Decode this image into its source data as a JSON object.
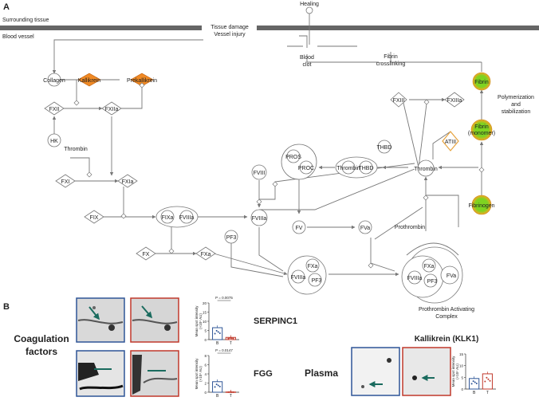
{
  "panel_a": {
    "letter": "A",
    "surrounding_tissue": "Surrounding tissue",
    "blood_vessel": "Blood vessel",
    "damage_line1": "Tissue damage",
    "damage_line2": "Vessel injury",
    "healing": "Healing",
    "blood_clot_line1": "Blood",
    "blood_clot_line2": "clot",
    "fibrin_cross_line1": "Fibrin",
    "fibrin_cross_line2": "crosslinking",
    "polymerization_line1": "Polymerization",
    "polymerization_line2": "and",
    "polymerization_line3": "stabilization",
    "nodes": {
      "collagen": "Collagen",
      "kallikrein": "Kallikrein",
      "prekallikrein": "Prekallikrein",
      "fxii": "FXII",
      "fxiia": "FXIIa",
      "hk": "HK",
      "thrombin_left": "Thrombin",
      "fxi": "FXI",
      "fxia": "FXIa",
      "fix": "FIX",
      "fixa": "FIXa",
      "fviiia_left": "FVIIIa",
      "fviii": "FVIII",
      "fviiia_mid": "FVIIIa",
      "pf3_left": "PF3",
      "fx": "FX",
      "fxa": "FXa",
      "tenase_fxa": "FXa",
      "tenase_fviiia": "FVIIIa",
      "tenase_pf3": "PF3",
      "pros": "PROS",
      "proc": "PROC",
      "thrombin_thbd": "Thrombin",
      "thbd_in": "THBD",
      "thbd": "THBD",
      "thrombin_main": "Thrombin",
      "fv": "FV",
      "fva": "FVa",
      "prothrombin": "Prothrombin",
      "pac_fxa": "FXa",
      "pac_fviiia": "FVIIIa",
      "pac_pf3": "PF3",
      "pac_fva": "FVa",
      "fxiii": "FXIII",
      "fxiiia": "FXIIIa",
      "fibrin": "Fibrin",
      "fibrin_monomer_line1": "Fibrin",
      "fibrin_monomer_line2": "(monomer)",
      "atiii": "ATIII",
      "fibrinogen": "Fibrinogen"
    },
    "pac_line1": "Prothrombin Activating",
    "pac_line2": "Complex"
  },
  "panel_b": {
    "letter": "B",
    "coag_line1": "Coagulation",
    "coag_line2": "factors",
    "plasma": "Plasma",
    "serpinc1": {
      "label": "SERPINC1",
      "pvalue": "P = 0.0075",
      "y_label": "Mean spot intensity",
      "y_unit": "(×10⁴ AU)",
      "ticks": [
        "20",
        "15",
        "10",
        "5",
        "0"
      ],
      "categories": [
        "B",
        "T"
      ],
      "values": [
        6.5,
        1.2
      ],
      "ymax": 20
    },
    "fgg": {
      "label": "FGG",
      "pvalue": "P = 0.0147",
      "y_label": "Mean spot intensity",
      "y_unit": "(×10⁴ AU)",
      "ticks": [
        "8",
        "6",
        "4",
        "2",
        "0"
      ],
      "categories": [
        "B",
        "T"
      ],
      "values": [
        2.3,
        0.05
      ],
      "ymax": 8
    },
    "klk1": {
      "label": "Kallikrein (KLK1)",
      "y_label": "Mean spot intensity",
      "y_unit": "(×10⁴ AU)",
      "ticks": [
        "15",
        "10",
        "5",
        "0"
      ],
      "categories": [
        "B",
        "T"
      ],
      "values": [
        4.5,
        6.5
      ],
      "ymax": 15
    },
    "colors": {
      "baseline": "#2e5597",
      "treated": "#c0392b",
      "arrow": "#1a6b5e"
    }
  }
}
